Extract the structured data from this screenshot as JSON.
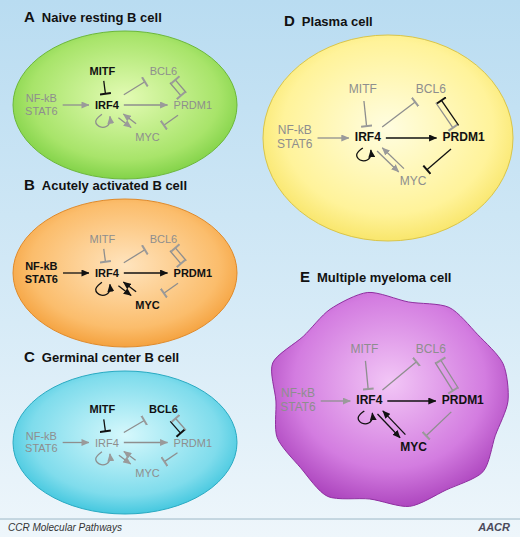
{
  "diagram": {
    "nodes": [
      {
        "text": [
          "A",
          "Naive resting B cell"
        ]
      },
      {
        "text": [
          "MITF"
        ],
        "in": 0
      },
      {
        "text": [
          "BCL6"
        ],
        "in": 0
      },
      {
        "text": [
          "NF-kB STAT6"
        ],
        "in": 0
      },
      {
        "text": [
          "IRF4"
        ],
        "in": 0
      },
      {
        "text": [
          "PRDM1"
        ],
        "in": 0
      },
      {
        "text": [
          "MYC"
        ],
        "in": 0
      },
      {
        "text": [
          "B",
          "Acutely activated B cell"
        ]
      },
      {
        "text": [
          "MITF"
        ],
        "in": 7
      },
      {
        "text": [
          "BCL6"
        ],
        "in": 7
      },
      {
        "text": [
          "NF-kB STAT6"
        ],
        "in": 7
      },
      {
        "text": [
          "IRF4"
        ],
        "in": 7
      },
      {
        "text": [
          "PRDM1"
        ],
        "in": 7
      },
      {
        "text": [
          "MYC"
        ],
        "in": 7
      },
      {
        "text": [
          "C",
          "Germinal center B cell"
        ]
      },
      {
        "text": [
          "MITF"
        ],
        "in": 14
      },
      {
        "text": [
          "BCL6"
        ],
        "in": 14
      },
      {
        "text": [
          "NF-kB STAT6"
        ],
        "in": 14
      },
      {
        "text": [
          "IRF4"
        ],
        "in": 14
      },
      {
        "text": [
          "PRDM1"
        ],
        "in": 14
      },
      {
        "text": [
          "MYC"
        ],
        "in": 14
      },
      {
        "text": [
          "D",
          "Plasma cell"
        ]
      },
      {
        "text": [
          "MITF"
        ],
        "in": 21
      },
      {
        "text": [
          "BCL6"
        ],
        "in": 21
      },
      {
        "text": [
          "NF-kB STAT6"
        ],
        "in": 21
      },
      {
        "text": [
          "IRF4"
        ],
        "in": 21
      },
      {
        "text": [
          "PRDM1"
        ],
        "in": 21
      },
      {
        "text": [
          "MYC"
        ],
        "in": 21
      },
      {
        "text": [
          "E",
          "Multiple myeloma cell"
        ]
      },
      {
        "text": [
          "MITF"
        ],
        "in": 28
      },
      {
        "text": [
          "BCL6"
        ],
        "in": 28
      },
      {
        "text": [
          "NF-kB STAT6"
        ],
        "in": 28
      },
      {
        "text": [
          "IRF4"
        ],
        "in": 28
      },
      {
        "text": [
          "PRDM1"
        ],
        "in": 28
      },
      {
        "text": [
          "MYC"
        ],
        "in": 28
      }
    ],
    "edges": [
      {
        "from": 1,
        "to": 4,
        "arrow": "to"
      },
      {
        "from": 3,
        "to": 4,
        "arrow": "to"
      },
      {
        "from": 4,
        "to": 4,
        "arrow": "to"
      },
      {
        "from": 4,
        "to": 2,
        "arrow": "to"
      },
      {
        "from": 2,
        "to": 5,
        "arrow": "to"
      },
      {
        "from": 5,
        "to": 2,
        "arrow": "to"
      },
      {
        "from": 4,
        "to": 5,
        "arrow": "to"
      },
      {
        "from": 4,
        "to": 6,
        "arrow": "to"
      },
      {
        "from": 6,
        "to": 4,
        "arrow": "to"
      },
      {
        "from": 5,
        "to": 6,
        "arrow": "to"
      },
      {
        "from": 8,
        "to": 11,
        "arrow": "to"
      },
      {
        "from": 10,
        "to": 11,
        "arrow": "to"
      },
      {
        "from": 11,
        "to": 11,
        "arrow": "to"
      },
      {
        "from": 11,
        "to": 9,
        "arrow": "to"
      },
      {
        "from": 9,
        "to": 12,
        "arrow": "to"
      },
      {
        "from": 12,
        "to": 9,
        "arrow": "to"
      },
      {
        "from": 11,
        "to": 12,
        "arrow": "to"
      },
      {
        "from": 11,
        "to": 13,
        "arrow": "to"
      },
      {
        "from": 13,
        "to": 11,
        "arrow": "to"
      },
      {
        "from": 12,
        "to": 13,
        "arrow": "to"
      },
      {
        "from": 15,
        "to": 18,
        "arrow": "to"
      },
      {
        "from": 17,
        "to": 18,
        "arrow": "to"
      },
      {
        "from": 18,
        "to": 18,
        "arrow": "to"
      },
      {
        "from": 18,
        "to": 16,
        "arrow": "to"
      },
      {
        "from": 16,
        "to": 19,
        "arrow": "to"
      },
      {
        "from": 19,
        "to": 16,
        "arrow": "to"
      },
      {
        "from": 18,
        "to": 19,
        "arrow": "to"
      },
      {
        "from": 18,
        "to": 20,
        "arrow": "to"
      },
      {
        "from": 20,
        "to": 18,
        "arrow": "to"
      },
      {
        "from": 19,
        "to": 20,
        "arrow": "to"
      },
      {
        "from": 22,
        "to": 25,
        "arrow": "to"
      },
      {
        "from": 24,
        "to": 25,
        "arrow": "to"
      },
      {
        "from": 25,
        "to": 25,
        "arrow": "to"
      },
      {
        "from": 25,
        "to": 23,
        "arrow": "to"
      },
      {
        "from": 23,
        "to": 26,
        "arrow": "to"
      },
      {
        "from": 26,
        "to": 23,
        "arrow": "to"
      },
      {
        "from": 25,
        "to": 26,
        "arrow": "to"
      },
      {
        "from": 25,
        "to": 27,
        "arrow": "to"
      },
      {
        "from": 27,
        "to": 25,
        "arrow": "to"
      },
      {
        "from": 26,
        "to": 27,
        "arrow": "to"
      },
      {
        "from": 29,
        "to": 32,
        "arrow": "to"
      },
      {
        "from": 31,
        "to": 32,
        "arrow": "to"
      },
      {
        "from": 32,
        "to": 32,
        "arrow": "to"
      },
      {
        "from": 32,
        "to": 30,
        "arrow": "to"
      },
      {
        "from": 30,
        "to": 33,
        "arrow": "to"
      },
      {
        "from": 33,
        "to": 30,
        "arrow": "to"
      },
      {
        "from": 32,
        "to": 33,
        "arrow": "to"
      },
      {
        "from": 32,
        "to": 34,
        "arrow": "to"
      },
      {
        "from": 34,
        "to": 32,
        "arrow": "to"
      },
      {
        "from": 33,
        "to": 34,
        "arrow": "to"
      }
    ],
    "labels": [
      "CCR Molecular Pathways",
      "AACR"
    ]
  }
}
